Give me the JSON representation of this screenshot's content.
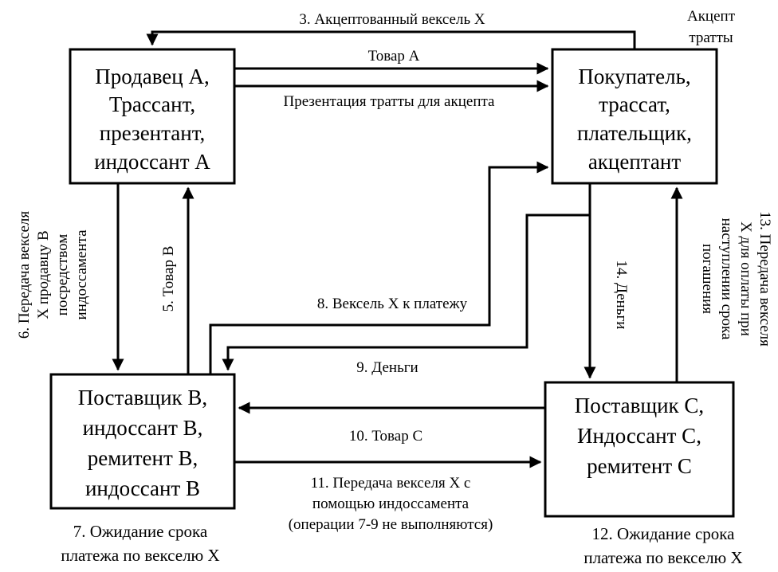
{
  "boxes": {
    "seller_a": [
      "Продавец А,",
      "Трассант,",
      "презентант,",
      "индоссант А"
    ],
    "buyer": [
      "Покупатель,",
      "трассат,",
      "плательщик,",
      "акцептант"
    ],
    "supplier_b": [
      "Поставщик В,",
      "индоссант В,",
      "ремитент В,",
      "индоссант В"
    ],
    "supplier_c": [
      "Поставщик С,",
      "Индоссант С,",
      "ремитент С"
    ]
  },
  "flows": {
    "accepted_bill": "3. Акцептованный вексель Х",
    "acceptance": [
      "Акцепт",
      "тратты"
    ],
    "goods_a": "Товар А",
    "presentation": "Презентация тратты для акцепта",
    "transfer_b": [
      "6. Передача векселя",
      "Х продавцу В",
      "посредством",
      "индоссамента"
    ],
    "goods_b": "5. Товар В",
    "bill_payment": "8. Вексель Х к платежу",
    "money_9": "9. Деньги",
    "money_14": "14. Деньги",
    "transfer_13": [
      "13. Передача векселя",
      "Х для оплаты при",
      "наступлении срока",
      "погашения"
    ],
    "goods_c": "10. Товар С",
    "transfer_11": [
      "11. Передача векселя Х с",
      "помощью индоссамента",
      "(операции 7-9 не выполняются)"
    ]
  },
  "notes": {
    "wait_7": [
      "7. Ожидание срока",
      "платежа по векселю Х"
    ],
    "wait_12": [
      "12. Ожидание срока",
      "платежа по векселю Х"
    ]
  }
}
